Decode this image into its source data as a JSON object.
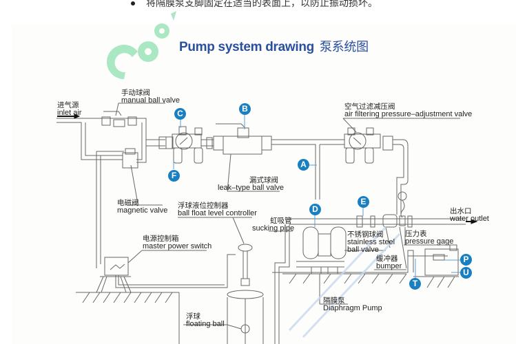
{
  "header": {
    "bullet_text": "将隔膜泵支脚固定在适当的表面上，以防止振动损坏。"
  },
  "diagram": {
    "title_en": "Pump system drawing",
    "title_cn": "泵系统图",
    "colors": {
      "title": "#2a4f9e",
      "badge": "#1a7fc1",
      "line": "#555555",
      "watermark_green": "#8fe0b0",
      "watermark_blue": "#c8d8ee"
    },
    "labels": {
      "inlet_air": {
        "cn": "进气源",
        "en": "inlet air"
      },
      "manual_ball_valve": {
        "cn": "手动球阀",
        "en": "manual ball valve"
      },
      "magnetic_valve": {
        "cn": "电磁阀",
        "en": "magnetic valve"
      },
      "leak_type_ball_valve": {
        "cn": "漏式球阀",
        "en": "leak–type ball valve"
      },
      "air_filtering_valve": {
        "cn": "空气过滤减压阀",
        "en": "air filtering pressure–adjustment valve"
      },
      "ball_float_controller": {
        "cn": "浮球液位控制器",
        "en": "ball float level controller"
      },
      "master_power_switch": {
        "cn": "电源控制箱",
        "en": "master power switch"
      },
      "sucking_pipe": {
        "cn": "虹吸管",
        "en": "sucking pipe"
      },
      "stainless_ball_valve": {
        "cn": "不锈钢球阀",
        "en": "stainless steel",
        "en2": "ball valve"
      },
      "water_outlet": {
        "cn": "出水口",
        "en": "water outlet"
      },
      "pressure_gage": {
        "cn": "压力表",
        "en": "pressure gage"
      },
      "bumper": {
        "cn": "缓冲器",
        "en": "bumper"
      },
      "diaphragm_pump": {
        "cn": "隔膜泵",
        "en": "Diaphragm Pump"
      },
      "floating_ball": {
        "cn": "浮球",
        "en": "floating ball"
      }
    },
    "badges": [
      "A",
      "B",
      "C",
      "D",
      "E",
      "F",
      "P",
      "T",
      "U"
    ]
  }
}
